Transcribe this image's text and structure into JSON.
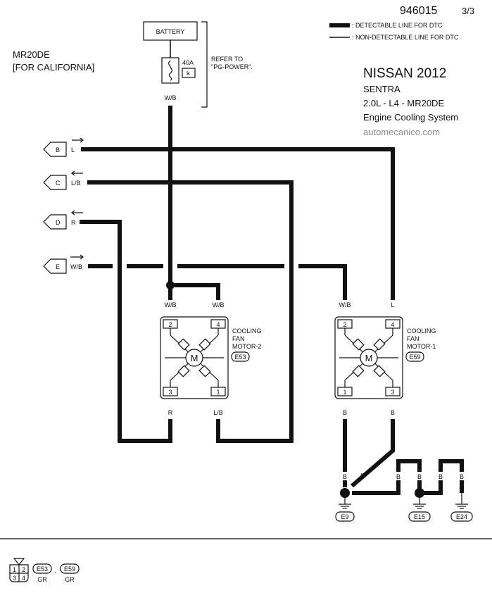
{
  "header": {
    "diagram_id": "946015",
    "page_indicator": "3/3",
    "model_line1": "MR20DE",
    "model_line2": "[FOR CALIFORNIA]",
    "make_year": "NISSAN 2012",
    "model": "SENTRA",
    "engine": "2.0L - L4 - MR20DE",
    "system": "Engine Cooling System",
    "watermark": "automecanico.com"
  },
  "legend": {
    "detectable": ": DETECTABLE LINE FOR DTC",
    "non_detectable": ": NON-DETECTABLE LINE FOR DTC"
  },
  "battery": {
    "label": "BATTERY",
    "fuse_rating": "40A",
    "fuse_id": "k",
    "wire": "W/B",
    "refer_line1": "REFER TO",
    "refer_line2": "\"PG-POWER\"."
  },
  "connectors": [
    {
      "id": "B",
      "wire": "L"
    },
    {
      "id": "C",
      "wire": "L/B"
    },
    {
      "id": "D",
      "wire": "R"
    },
    {
      "id": "E",
      "wire": "W/B"
    }
  ],
  "motor2": {
    "label1": "COOLING",
    "label2": "FAN",
    "label3": "MOTOR-2",
    "connector": "E53",
    "symbol": "M",
    "pins": {
      "tl": "2",
      "tr": "4",
      "bl": "3",
      "br": "1"
    },
    "wires": {
      "tl": "W/B",
      "tr": "W/B",
      "bl": "R",
      "br": "L/B"
    }
  },
  "motor1": {
    "label1": "COOLING",
    "label2": "FAN",
    "label3": "MOTOR-1",
    "connector": "E59",
    "symbol": "M",
    "pins": {
      "tl": "2",
      "tr": "4",
      "bl": "1",
      "br": "3"
    },
    "wires": {
      "tl": "W/B",
      "tr": "L",
      "bl": "B",
      "br": "B"
    }
  },
  "grounds": {
    "wire": "B",
    "g1": "E9",
    "g2": "E15",
    "g3": "E24"
  },
  "connector_legend": {
    "pins": [
      "1",
      "2",
      "3",
      "4"
    ],
    "c1": "E53",
    "c2": "E59",
    "separator": ",",
    "color1": "GR",
    "color2": "GR"
  }
}
